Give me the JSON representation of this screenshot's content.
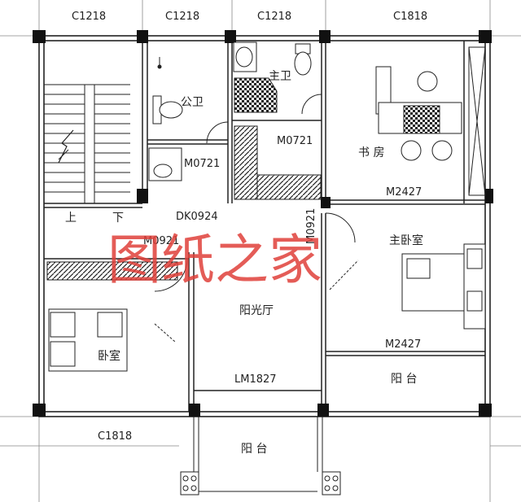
{
  "window_labels": {
    "top_1": "C1218",
    "top_2": "C1218",
    "top_3": "C1218",
    "top_4": "C1818",
    "bottom": "C1818"
  },
  "door_labels": {
    "m0721_left": "M0721",
    "m0721_right": "M0721",
    "dk0924": "DK0924",
    "m0921_left": "M0921",
    "m0921_right": "M0921",
    "m2427_top": "M2427",
    "m2427_bottom": "M2427",
    "lm1827": "LM1827"
  },
  "rooms": {
    "public_bath": "公卫",
    "master_bath": "主卫",
    "study": "书 房",
    "master_bedroom": "主卧室",
    "bedroom": "卧室",
    "sunroom": "阳光厅",
    "balcony_right": "阳 台",
    "balcony_bottom": "阳 台"
  },
  "stair": {
    "up": "上",
    "down": "下"
  },
  "watermark": "图纸之家",
  "colors": {
    "line": "#222222",
    "column": "#111111",
    "watermark": "#e0403a"
  }
}
